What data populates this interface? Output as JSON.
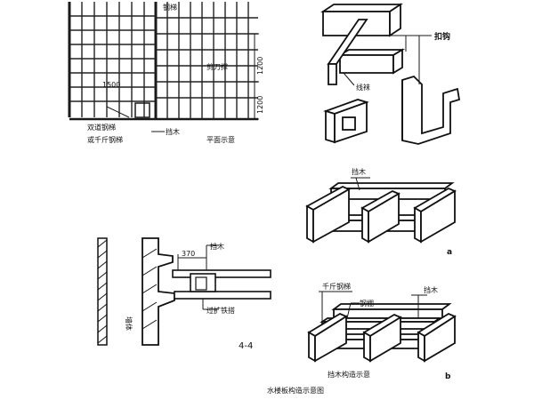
{
  "labels": {
    "gangti": "钢梯",
    "shuangdao_line1": "双道钢梯",
    "shuangdao_line2": "或千斤钢梯",
    "dangmu_main": "挡木",
    "pingmian": "平面示意",
    "gangtuang_top": "剪刀撑",
    "dim_1200_a": "1200",
    "dim_1200_b": "1200",
    "dim_1500": "1500",
    "kougou": "扣钩",
    "xianwa": "线袜",
    "dangmu_a": "挡木",
    "mark_a": "a",
    "dangmu_detail": "挡木",
    "dim_370": "370",
    "guoqiang": "过扩铁搭",
    "wall_label": "墙体",
    "section_44": "4-4",
    "qianjin": "千斤钢梯",
    "gangpeng": "钢棚",
    "dangmu_b": "挡木",
    "mark_b": "b",
    "dangmu_gouzao": "挡木构造示意",
    "caption": "水楼板构造示意图"
  }
}
